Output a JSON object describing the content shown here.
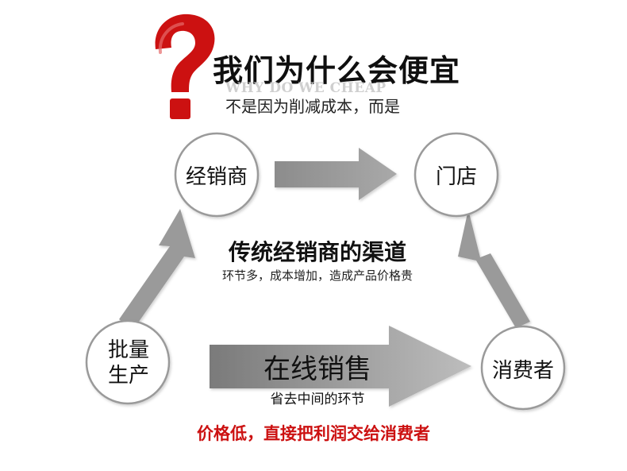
{
  "header": {
    "title": "我们为什么会便宜",
    "english": "WHY DO WE CHEAP",
    "subtitle": "不是因为削减成本，而是",
    "question_icon": "question-mark-icon"
  },
  "nodes": {
    "distributor": "经销商",
    "store": "门店",
    "mass_production_line1": "批量",
    "mass_production_line2": "生产",
    "consumer": "消费者"
  },
  "traditional": {
    "title": "传统经销商的渠道",
    "subtitle": "环节多，成本增加，造成产品价格贵"
  },
  "online": {
    "title": "在线销售",
    "subtitle": "省去中间的环节"
  },
  "bottom_note": "价格低，直接把利润交给消费者",
  "colors": {
    "accent_red": "#cc1111",
    "arrow_gray": "#9a9a9a",
    "circle_border": "#9a9a9a"
  }
}
